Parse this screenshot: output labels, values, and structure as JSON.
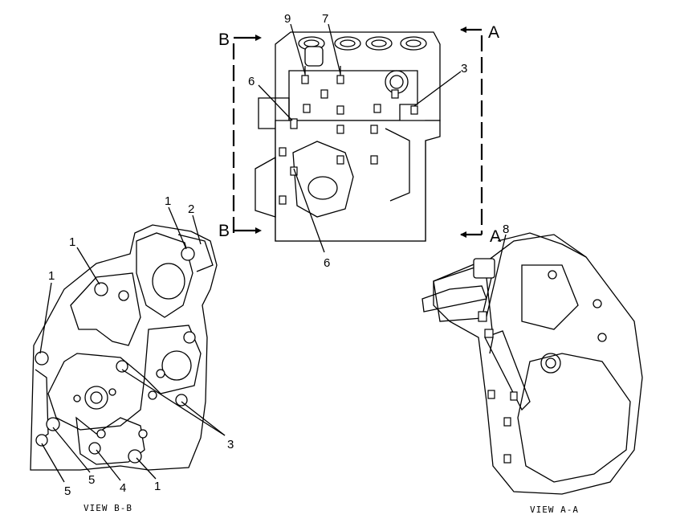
{
  "views": {
    "top": {
      "section_labels": [
        "B",
        "B",
        "A",
        "A"
      ],
      "callouts": [
        "9",
        "7",
        "6",
        "3",
        "6"
      ]
    },
    "view_bb": {
      "caption": "VIEW B-B",
      "callouts": [
        "1",
        "2",
        "1",
        "1",
        "3",
        "5",
        "5",
        "4",
        "1"
      ]
    },
    "view_aa": {
      "caption": "VIEW A-A",
      "callouts": [
        "8"
      ]
    }
  }
}
